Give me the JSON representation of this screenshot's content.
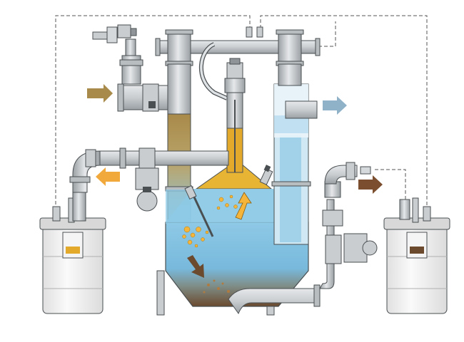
{
  "diagram": {
    "kind": "separator-schematic",
    "labels": [],
    "colors": {
      "pipe": "#c9cdd0",
      "pipe_dark": "#8e9498",
      "pipe_outline": "#4a4f52",
      "water_blue": "#8ec9e6",
      "water_light": "#cfe8f4",
      "oil_yellow": "#e3a92a",
      "sludge_brown": "#6b4a2e",
      "inflow_arrow": "#a88a4a",
      "outflow_oil_arrow": "#f2a93b",
      "outflow_water_arrow": "#8fb2c9",
      "outflow_sludge_arrow": "#7a4e2e",
      "rising_arrow": "#f5b43a",
      "sinking_arrow": "#6b4a2e",
      "tank_fill": "#f4f4f4",
      "signal_line": "#555555"
    },
    "flow_arrows": [
      {
        "name": "inflow",
        "direction": "right"
      },
      {
        "name": "oil-out",
        "direction": "left"
      },
      {
        "name": "water-out",
        "direction": "right"
      },
      {
        "name": "sludge-out",
        "direction": "right"
      },
      {
        "name": "oil-rising",
        "direction": "up"
      },
      {
        "name": "sludge-sinking",
        "direction": "down-right"
      }
    ],
    "components": [
      "left-collection-tank",
      "right-collection-tank",
      "separator-vessel",
      "inlet-pipe",
      "oil-column",
      "clean-water-column",
      "sludge-outlet-pipe"
    ]
  }
}
